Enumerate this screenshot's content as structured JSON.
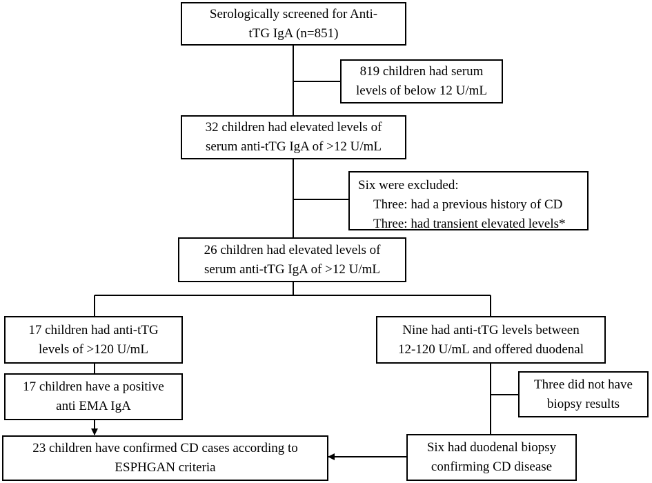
{
  "boxes": {
    "screened": {
      "lines": [
        "Serologically screened for Anti-",
        "tTG IgA (n=851)"
      ]
    },
    "below_12": {
      "lines": [
        "819 children had serum",
        "levels of below 12 U/mL"
      ]
    },
    "elevated_32": {
      "lines": [
        "32 children had elevated levels of",
        "serum anti-tTG IgA of >12 U/mL"
      ]
    },
    "excluded": {
      "title": "Six were excluded:",
      "items": [
        "Three: had a previous history of CD",
        "Three: had transient elevated levels*"
      ]
    },
    "elevated_26": {
      "lines": [
        "26 children had elevated levels of",
        "serum anti-tTG IgA of >12 U/mL"
      ]
    },
    "over_120": {
      "lines": [
        "17 children had anti-tTG",
        "levels of >120 U/mL"
      ]
    },
    "between_12_120": {
      "lines": [
        "Nine had anti-tTG levels between",
        "12-120 U/mL and offered duodenal"
      ]
    },
    "ema_positive": {
      "lines": [
        "17 children have a positive",
        "anti EMA IgA"
      ]
    },
    "no_biopsy": {
      "lines": [
        "Three did not have",
        "biopsy results"
      ]
    },
    "confirmed": {
      "lines": [
        "23 children have confirmed CD cases according to",
        "ESPHGAN criteria"
      ]
    },
    "biopsy_confirmed": {
      "lines": [
        "Six had duodenal biopsy",
        "confirming CD disease"
      ]
    }
  }
}
